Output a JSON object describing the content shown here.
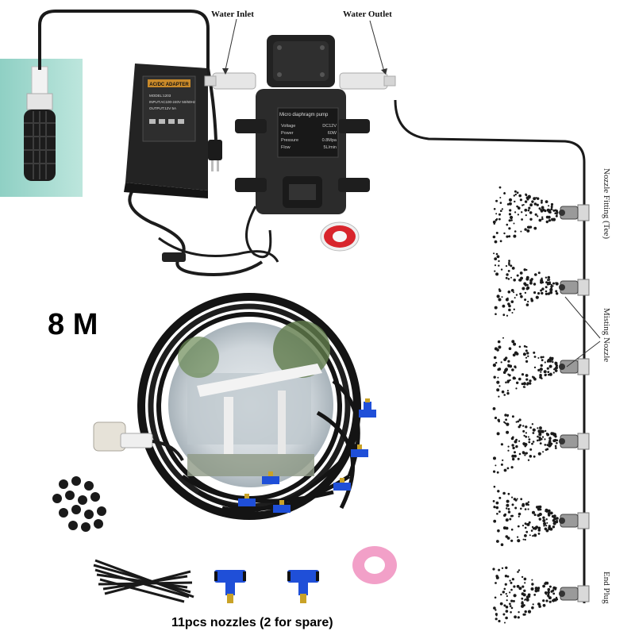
{
  "labels": {
    "water_inlet": "Water Inlet",
    "water_outlet": "Water Outlet",
    "nozzle_fitting": "Nozzle Fitting (Tee)",
    "misting_nozzle": "Misting Nozzle",
    "end_plug": "End Plug",
    "length": "8 M",
    "caption": "11pcs nozzles (2 for spare)"
  },
  "adapter": {
    "title": "AC/DC ADAPTER",
    "specs": [
      "MODEL:1203",
      "INPUT:AC100-240V 50/60Hz",
      "OUTPUT:12V 5A"
    ]
  },
  "pump": {
    "brand": "Micro diaphragm pump",
    "spec_names": [
      "Voltage",
      "Power",
      "Pressure",
      "Flow"
    ],
    "spec_values": [
      "DC12V",
      "60W",
      "0.8Mpa",
      "5L/min"
    ]
  },
  "colors": {
    "pipe": "#1a1a1a",
    "pump_body": "#2b2b2b",
    "fitting": "#e6e6e6",
    "blue_ring": "#1f4fd8",
    "brass": "#c9a227",
    "filter_bg": "#a9dcd2",
    "tape_red": "#d8252c",
    "tape_pink": "#f2a0c8"
  }
}
